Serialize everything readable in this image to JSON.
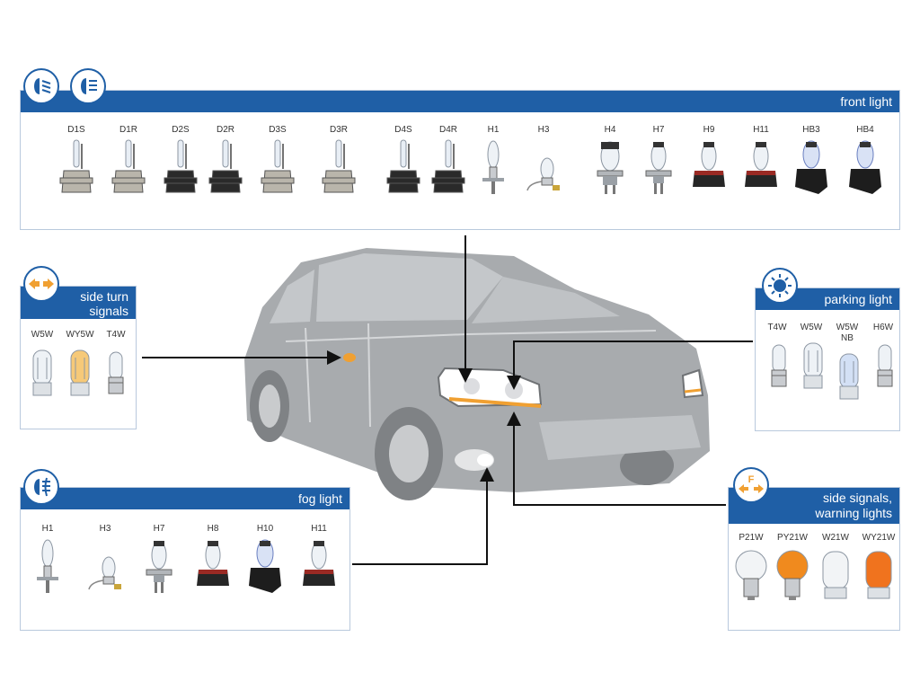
{
  "panels": {
    "front_light": {
      "title": "front light",
      "bulbs": [
        {
          "label": "D1S",
          "type": "hid-white"
        },
        {
          "label": "D1R",
          "type": "hid-white"
        },
        {
          "label": "D2S",
          "type": "hid-black"
        },
        {
          "label": "D2R",
          "type": "hid-black"
        },
        {
          "label": "D3S",
          "type": "hid-white"
        },
        {
          "label": "D3R",
          "type": "hid-white"
        },
        {
          "label": "D4S",
          "type": "hid-black"
        },
        {
          "label": "D4R",
          "type": "hid-black"
        },
        {
          "label": "H1",
          "type": "halogen-h1"
        },
        {
          "label": "H3",
          "type": "halogen-h3"
        },
        {
          "label": "H4",
          "type": "halogen-h4"
        },
        {
          "label": "H7",
          "type": "halogen-h7"
        },
        {
          "label": "H9",
          "type": "halogen-red"
        },
        {
          "label": "H11",
          "type": "halogen-red"
        },
        {
          "label": "HB3",
          "type": "halogen-blue"
        },
        {
          "label": "HB4",
          "type": "halogen-blue"
        }
      ]
    },
    "side_turn": {
      "title": "side turn\nsignals",
      "bulbs": [
        {
          "label": "W5W",
          "type": "wedge-clear"
        },
        {
          "label": "WY5W",
          "type": "wedge-amber"
        },
        {
          "label": "T4W",
          "type": "mini-bayonet"
        }
      ]
    },
    "parking": {
      "title": "parking light",
      "bulbs": [
        {
          "label": "T4W",
          "type": "mini-bayonet"
        },
        {
          "label": "W5W",
          "type": "wedge-clear"
        },
        {
          "label": "W5W\nNB",
          "type": "wedge-blue"
        },
        {
          "label": "H6W",
          "type": "mini-bayonet"
        }
      ]
    },
    "fog": {
      "title": "fog light",
      "bulbs": [
        {
          "label": "H1",
          "type": "halogen-h1"
        },
        {
          "label": "H3",
          "type": "halogen-h3"
        },
        {
          "label": "H7",
          "type": "halogen-h7"
        },
        {
          "label": "H8",
          "type": "halogen-red"
        },
        {
          "label": "H10",
          "type": "halogen-blue"
        },
        {
          "label": "H11",
          "type": "halogen-red"
        }
      ]
    },
    "side_signals": {
      "title": "side signals,\nwarning lights",
      "bulbs": [
        {
          "label": "P21W",
          "type": "ball-clear"
        },
        {
          "label": "PY21W",
          "type": "ball-amber"
        },
        {
          "label": "W21W",
          "type": "wedge-large-clear"
        },
        {
          "label": "WY21W",
          "type": "wedge-large-amber"
        }
      ]
    }
  },
  "badges": [
    {
      "icon": "low-beam-icon"
    },
    {
      "icon": "high-beam-icon"
    },
    {
      "icon": "turn-signal-icon"
    },
    {
      "icon": "parking-light-icon"
    },
    {
      "icon": "fog-light-icon"
    },
    {
      "icon": "hazard-signal-icon"
    }
  ],
  "colors": {
    "brand_blue": "#1f5fa6",
    "car_gray": "#a8abae",
    "highlight_orange": "#f0a032"
  }
}
